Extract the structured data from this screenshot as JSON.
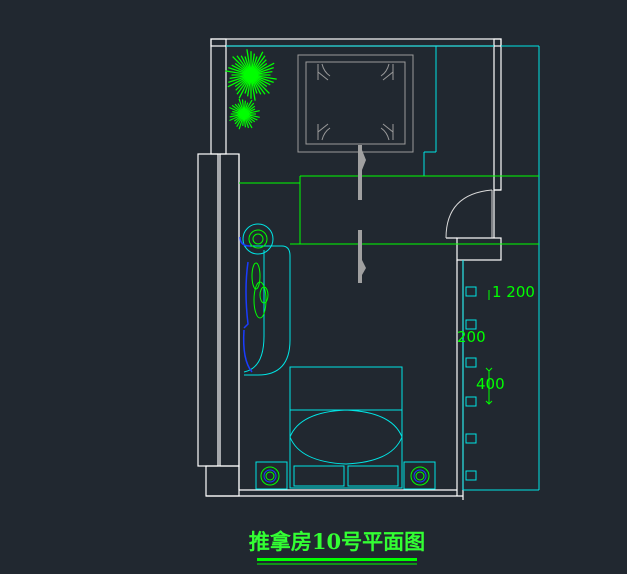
{
  "drawing": {
    "title": "推拿房10号平面图",
    "dimensions": {
      "dim_a": "1 200",
      "dim_b": "200",
      "dim_c": "400"
    }
  },
  "colors": {
    "background": "#212830",
    "wall": "#ffffff",
    "furniture": "#00e5e5",
    "green": "#00ff00",
    "blue": "#1a3cff",
    "gray": "#8c8c8c",
    "title_green": "#33ff33"
  }
}
